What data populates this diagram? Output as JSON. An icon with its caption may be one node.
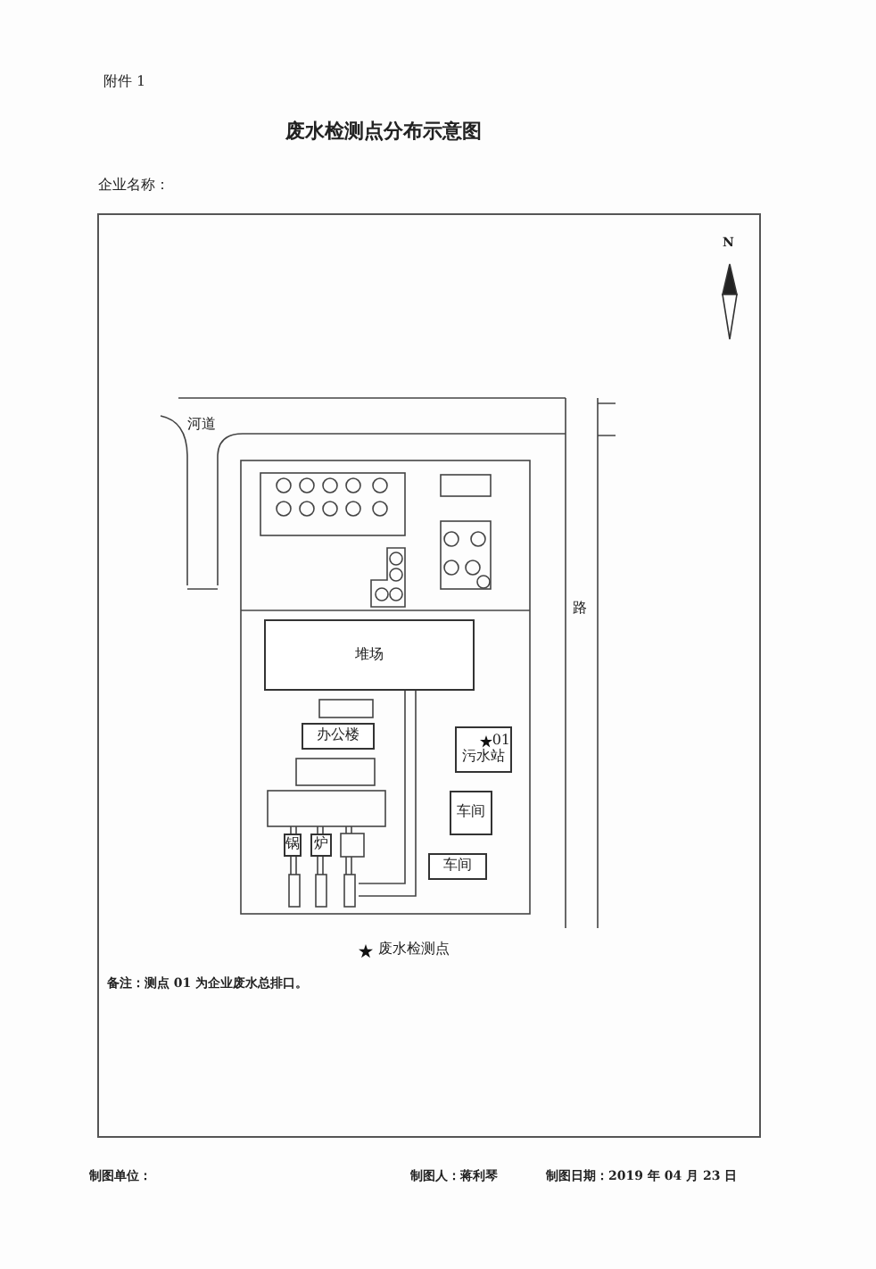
{
  "diagram": {
    "title": "废水检测点分布示意图",
    "nodes": [
      {
        "text": [
          "堆场"
        ]
      },
      {
        "text": [
          "办公楼"
        ]
      },
      {
        "text": [
          "01",
          "污水站"
        ]
      },
      {
        "text": [
          "车间"
        ]
      },
      {
        "text": [
          "锅"
        ]
      },
      {
        "text": [
          "炉"
        ]
      },
      {
        "text": [
          "车间"
        ]
      }
    ],
    "edges": [],
    "labels": [
      "附件 1",
      "企业名称：",
      "N",
      "河道",
      "路",
      "备注：测点 01 为企业废水总排口。",
      "制图单位：",
      "制图人：蒋利琴",
      "制图日期：2019 年 04 月 23 日"
    ],
    "legend": [
      {
        "text": "废水检测点"
      }
    ]
  }
}
